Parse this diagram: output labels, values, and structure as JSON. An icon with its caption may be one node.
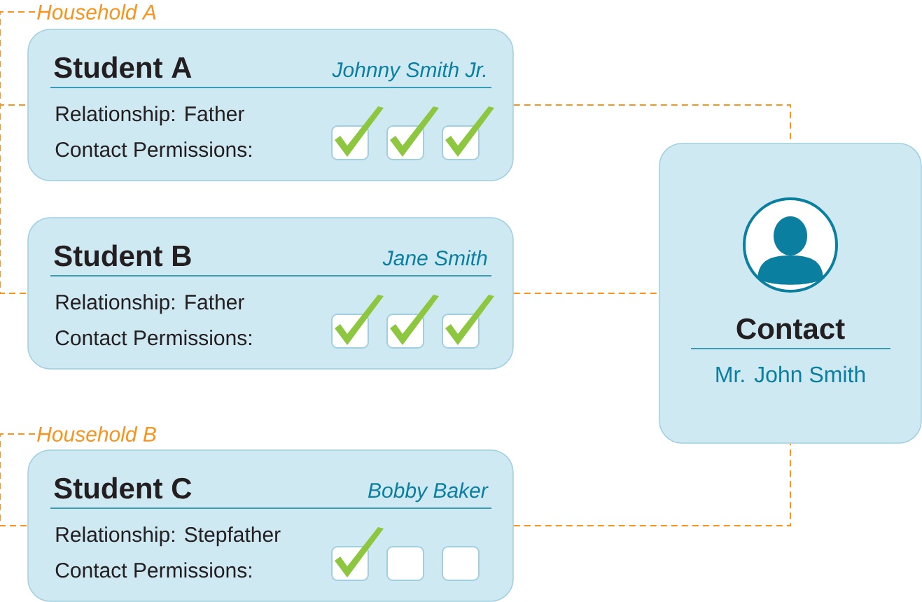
{
  "diagram": {
    "nodes": [
      {
        "text": [
          "Student A",
          "Johnny Smith Jr.",
          "Relationship: Father",
          "Contact Permissions:"
        ]
      },
      {
        "text": [
          "Student B",
          "Jane Smith",
          "Relationship: Father",
          "Contact Permissions:"
        ]
      },
      {
        "text": [
          "Student C",
          "Bobby Baker",
          "Relationship: Stepfather",
          "Contact Permissions:"
        ]
      },
      {
        "text": [
          "Contact",
          "Mr. John Smith"
        ]
      },
      {
        "text": [
          "Household A"
        ]
      },
      {
        "text": [
          "Household B"
        ]
      }
    ],
    "edges": [
      {
        "from": 0,
        "to": 3,
        "arrow": "none",
        "style": "dashed",
        "color": "#f7941d"
      },
      {
        "from": 1,
        "to": 3,
        "arrow": "none",
        "style": "dashed",
        "color": "#f7941d"
      },
      {
        "from": 2,
        "to": 3,
        "arrow": "none",
        "style": "dashed",
        "color": "#f7941d"
      },
      {
        "from": 4,
        "to": 0,
        "arrow": "none",
        "style": "dashed",
        "color": "#f7941d"
      },
      {
        "from": 4,
        "to": 1,
        "arrow": "none",
        "style": "dashed",
        "color": "#f7941d"
      },
      {
        "from": 5,
        "to": 2,
        "arrow": "none",
        "style": "dashed",
        "color": "#f7941d"
      }
    ]
  }
}
